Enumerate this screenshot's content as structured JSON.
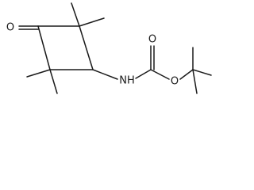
{
  "atoms": {
    "ketone_oxygen": "O",
    "carbamate_nitrogen": "NH",
    "carbonyl_oxygen": "O",
    "ester_oxygen": "O"
  }
}
